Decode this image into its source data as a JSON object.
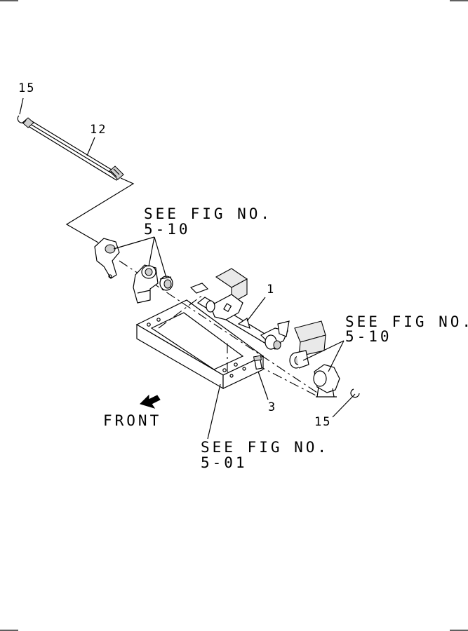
{
  "callouts": {
    "part_15_top": "15",
    "part_12": "12",
    "part_1": "1",
    "part_3": "3",
    "part_15_bottom": "15"
  },
  "references": {
    "ref_a_line1": "SEE FIG NO.",
    "ref_a_line2": "5-10",
    "ref_b_line1": "SEE FIG NO.",
    "ref_b_line2": "5-10",
    "ref_c_line1": "SEE FIG NO.",
    "ref_c_line2": "5-01"
  },
  "direction": {
    "label": "FRONT"
  }
}
